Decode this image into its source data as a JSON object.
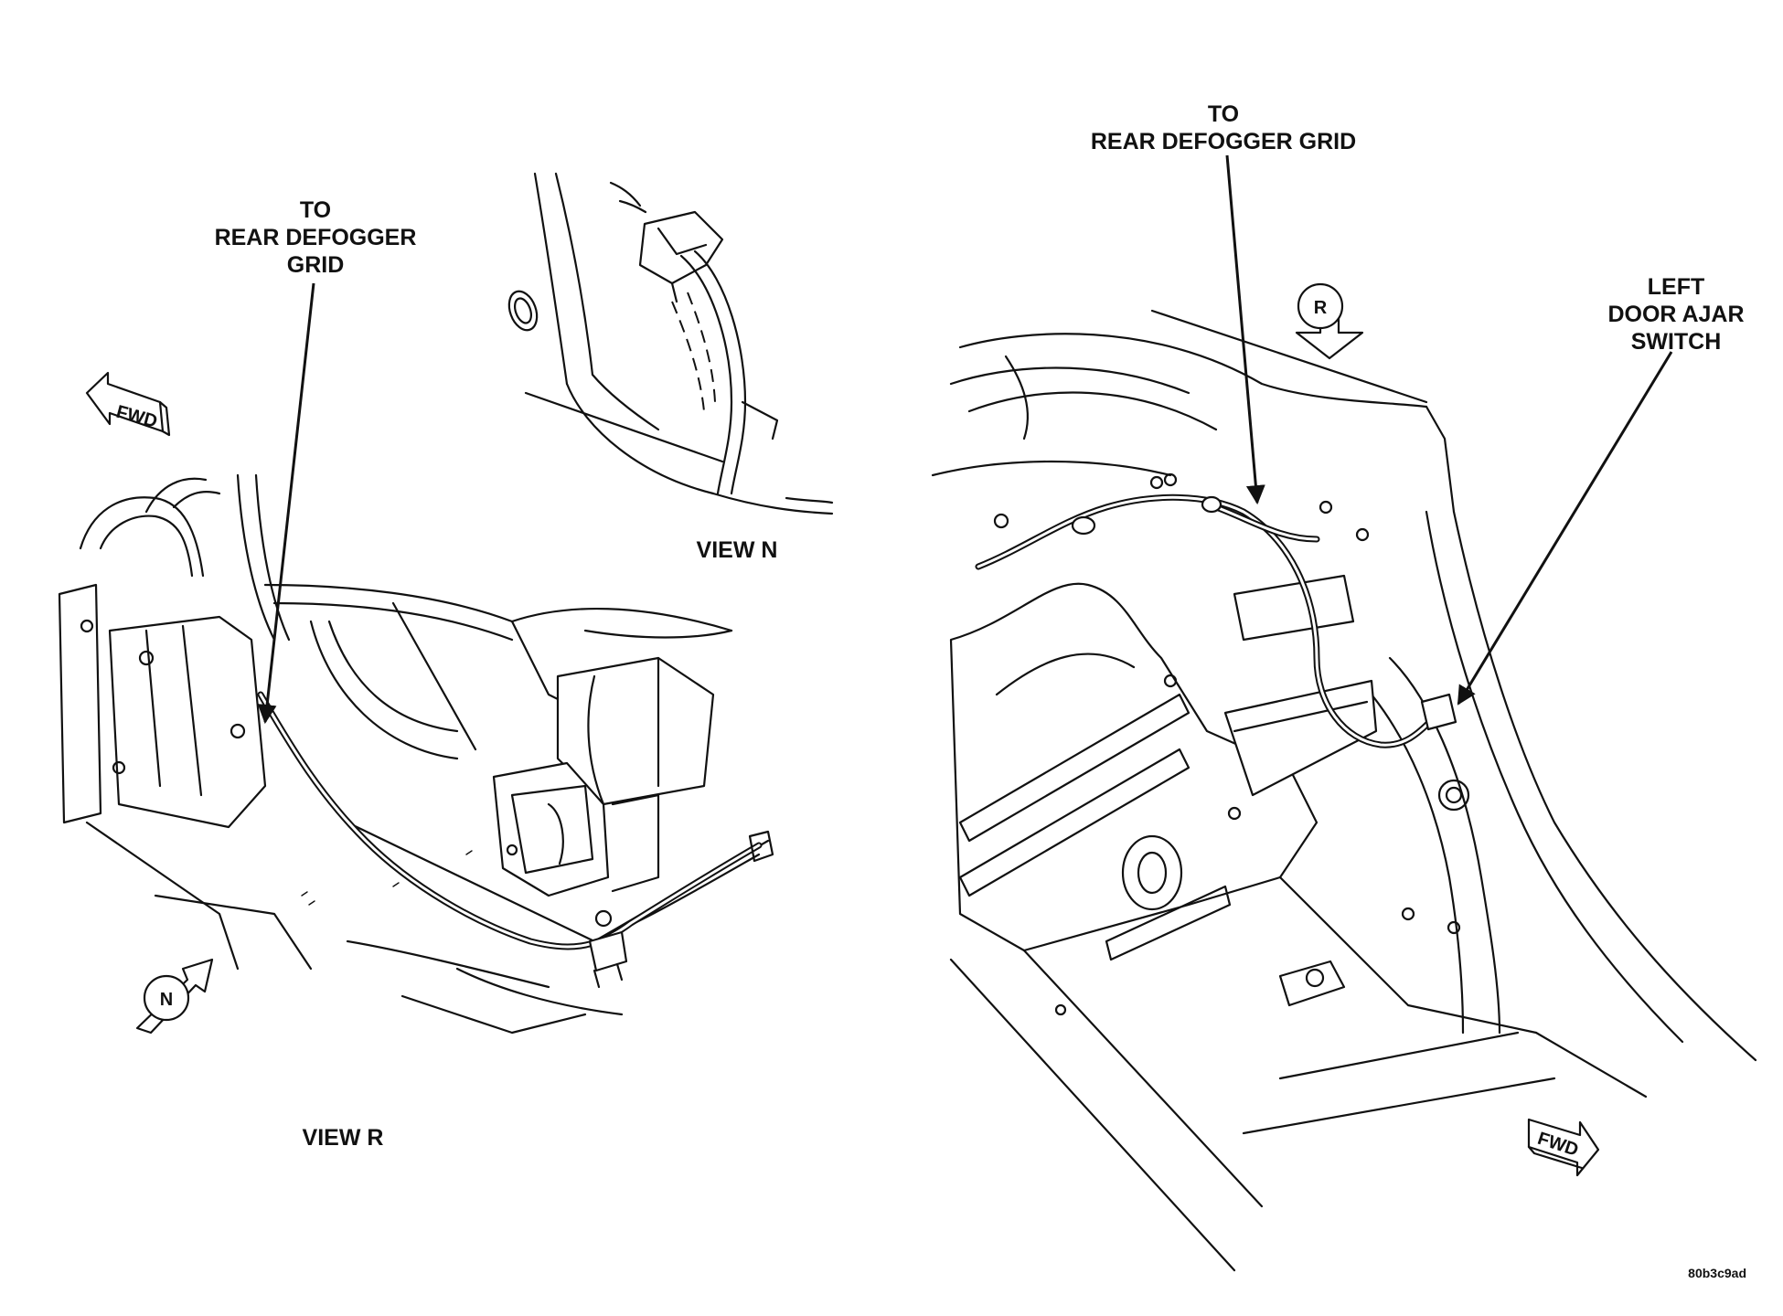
{
  "labels": {
    "left_defogger": [
      "TO",
      "REAR DEFOGGER",
      "GRID"
    ],
    "right_defogger": [
      "TO",
      "REAR DEFOGGER GRID"
    ],
    "door_switch": [
      "LEFT",
      "DOOR AJAR",
      "SWITCH"
    ],
    "view_n": "VIEW N",
    "view_r": "VIEW R",
    "fwd_left": "FWD",
    "fwd_right": "FWD",
    "marker_n": "N",
    "marker_r": "R",
    "figure_code": "80b3c9ad"
  },
  "colors": {
    "ink": "#111111",
    "paper": "#ffffff"
  }
}
